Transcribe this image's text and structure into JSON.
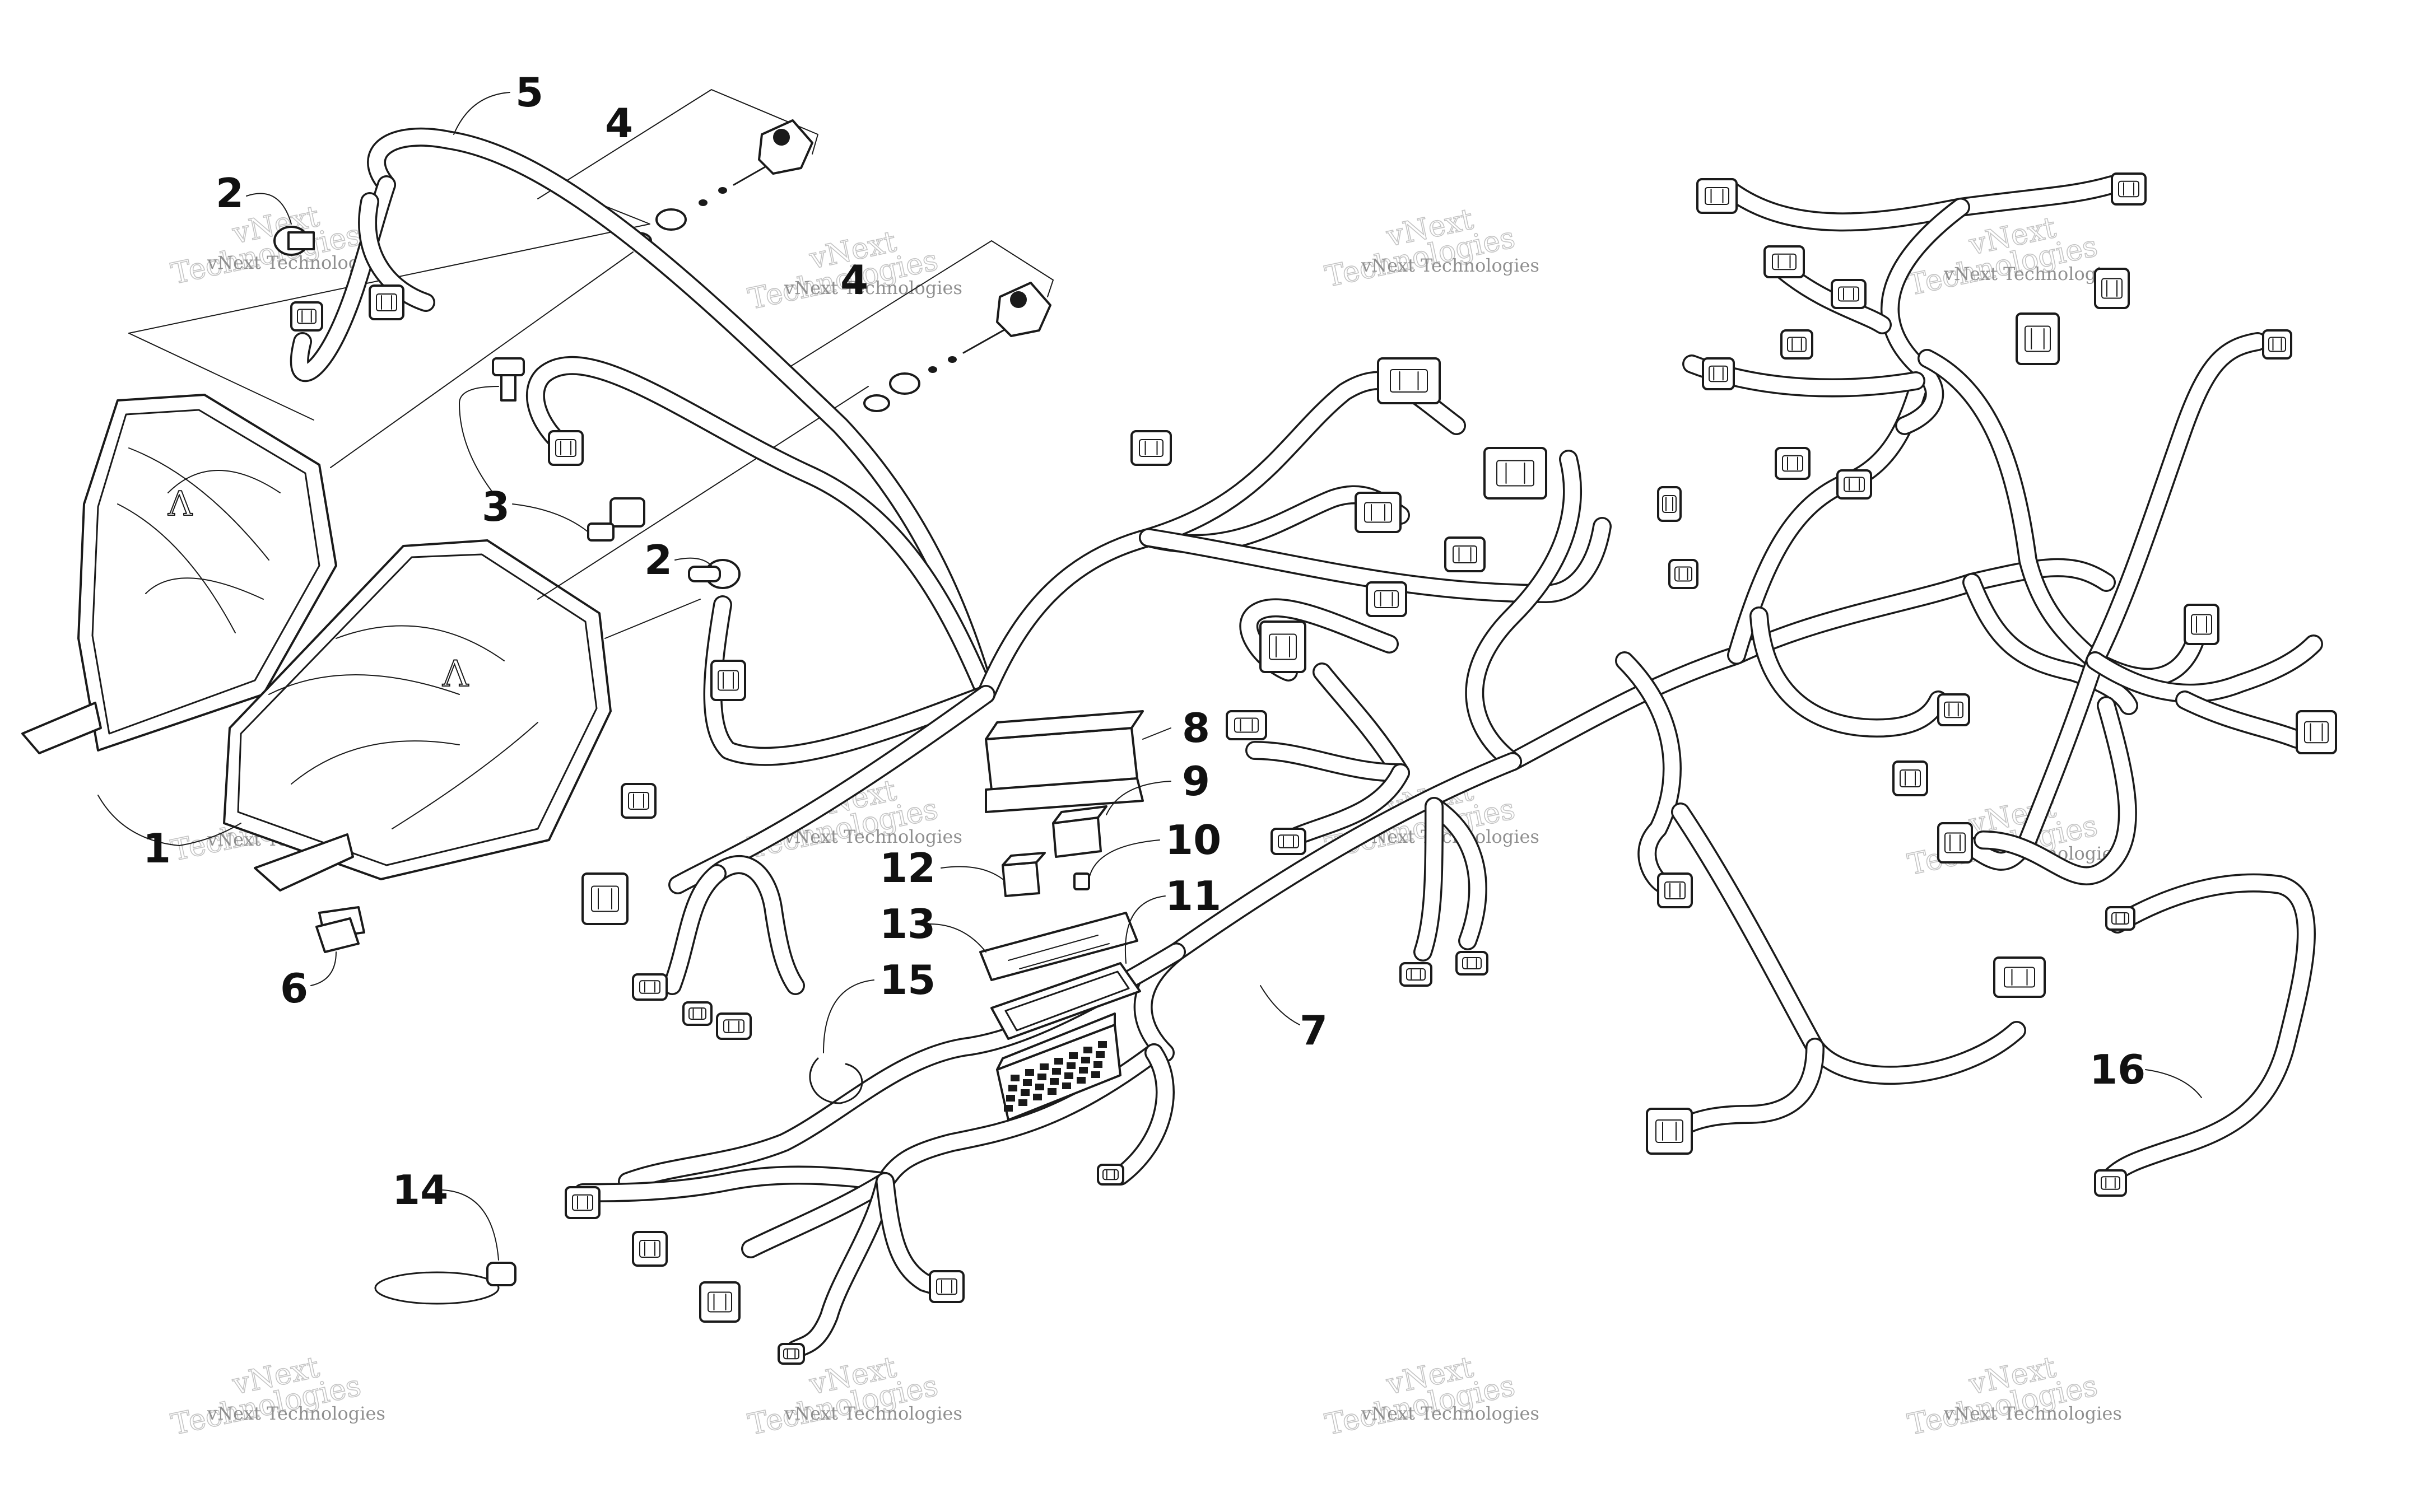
{
  "diagram": {
    "callouts": [
      {
        "id": "c1",
        "label": "1"
      },
      {
        "id": "c2a",
        "label": "2"
      },
      {
        "id": "c2b",
        "label": "2"
      },
      {
        "id": "c3",
        "label": "3"
      },
      {
        "id": "c4a",
        "label": "4"
      },
      {
        "id": "c4b",
        "label": "4"
      },
      {
        "id": "c5",
        "label": "5"
      },
      {
        "id": "c6",
        "label": "6"
      },
      {
        "id": "c7",
        "label": "7"
      },
      {
        "id": "c8",
        "label": "8"
      },
      {
        "id": "c9",
        "label": "9"
      },
      {
        "id": "c10",
        "label": "10"
      },
      {
        "id": "c11",
        "label": "11"
      },
      {
        "id": "c12",
        "label": "12"
      },
      {
        "id": "c13",
        "label": "13"
      },
      {
        "id": "c14",
        "label": "14"
      },
      {
        "id": "c15",
        "label": "15"
      },
      {
        "id": "c16",
        "label": "16"
      }
    ],
    "watermark": {
      "line1": "vNext",
      "line2": "Technologies",
      "small": "vNext Technologies"
    }
  }
}
